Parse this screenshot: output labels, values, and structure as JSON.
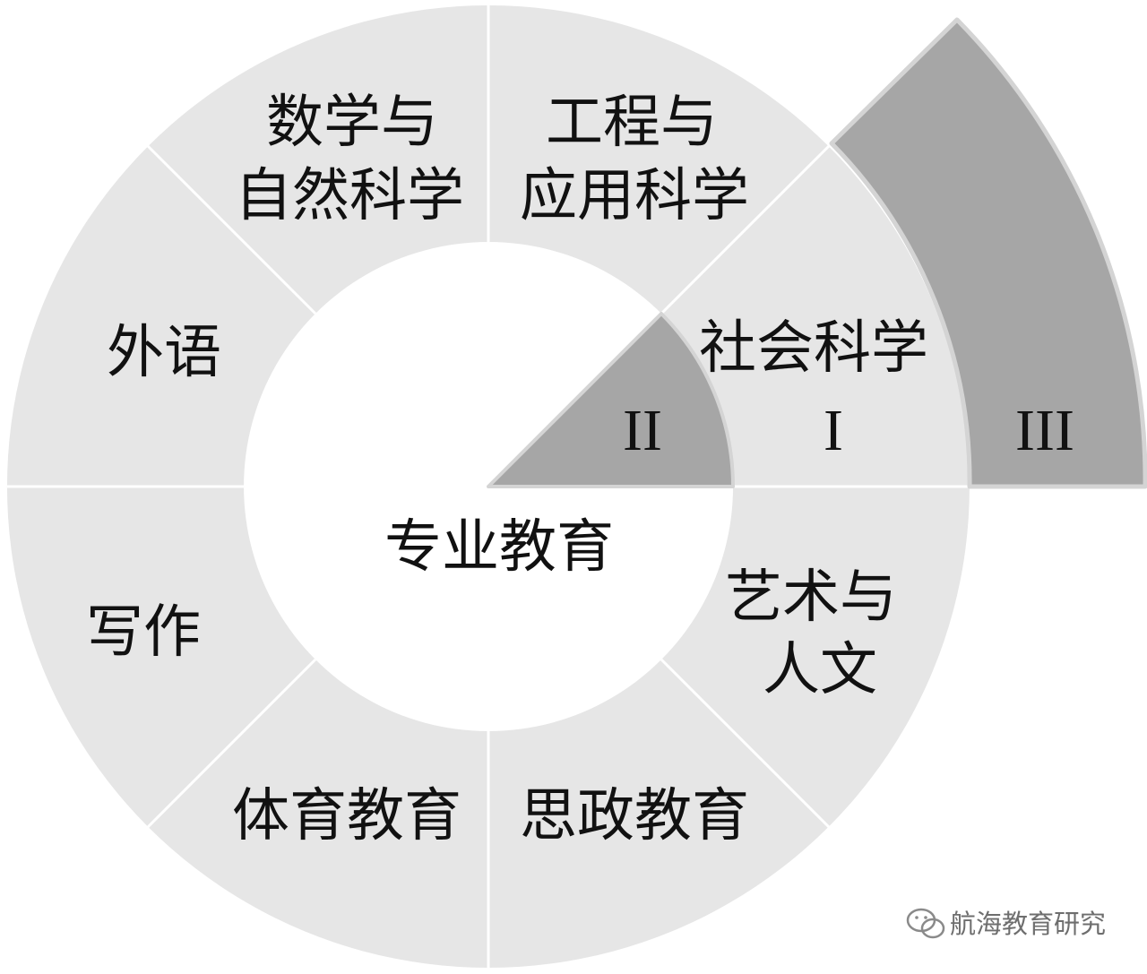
{
  "center_label": "专业教育",
  "segments": [
    {
      "key": "math",
      "lines": [
        "数学与",
        "自然科学"
      ]
    },
    {
      "key": "eng",
      "lines": [
        "工程与",
        "应用科学"
      ]
    },
    {
      "key": "social",
      "lines": [
        "社会科学"
      ]
    },
    {
      "key": "arts",
      "lines": [
        "艺术与",
        "人文"
      ]
    },
    {
      "key": "ideo",
      "lines": [
        "思政教育"
      ]
    },
    {
      "key": "pe",
      "lines": [
        "体育教育"
      ]
    },
    {
      "key": "writing",
      "lines": [
        "写作"
      ]
    },
    {
      "key": "lang",
      "lines": [
        "外语"
      ]
    }
  ],
  "markers": {
    "I": "I",
    "II": "II",
    "III": "III"
  },
  "watermark": "航海教育研究",
  "colors": {
    "ring": "#e6e6e6",
    "divider": "#ffffff",
    "highlight": "#a6a6a6",
    "highlight_edge": "#d4d4d4"
  }
}
